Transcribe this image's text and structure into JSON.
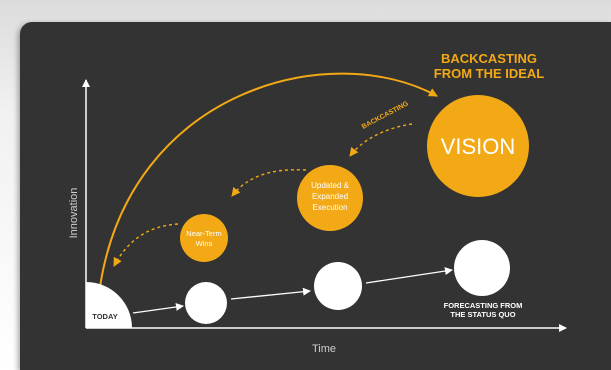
{
  "heading": {
    "line1": "BACKCASTING",
    "line2": "FROM THE IDEAL"
  },
  "backcasting_arrow_label": "BACKCASTING",
  "vision_label": "VISION",
  "upper_bubbles": [
    {
      "lines": [
        "Updated &",
        "Expanded",
        "Execution"
      ]
    },
    {
      "lines": [
        "Near-Term",
        "Wins"
      ]
    }
  ],
  "today_label": "TODAY",
  "forecasting": {
    "line1": "FORECASTING FROM",
    "line2": "THE STATUS QUO"
  },
  "axes": {
    "x_label": "Time",
    "y_label": "Innovation"
  },
  "colors": {
    "panel": "#333333",
    "accent": "#f3a916",
    "white": "#ffffff"
  }
}
